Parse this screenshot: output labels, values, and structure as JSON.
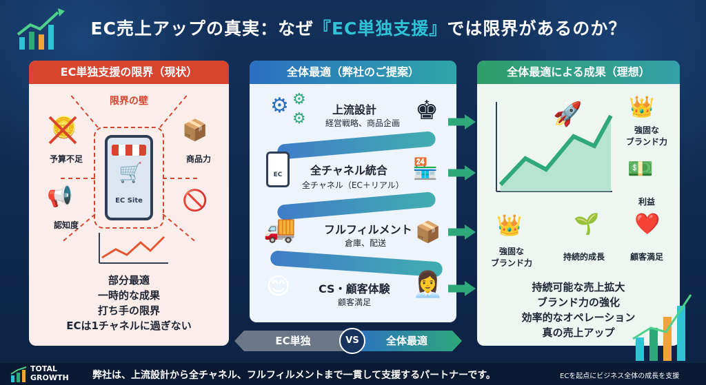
{
  "title": {
    "part1": "EC売上アップの真実：なぜ",
    "accent": "『EC単独支援』",
    "part2": "では限界があるのか？"
  },
  "left": {
    "header": "EC単独支援の限界（現状）",
    "wall": "限界の壁",
    "phone_label": "EC Site",
    "items": [
      "予算不足",
      "商品力",
      "認知度"
    ],
    "summary": [
      "部分最適",
      "一時的な成果",
      "打ち手の限界",
      "ECは1チャネルに過ぎない"
    ]
  },
  "mid": {
    "header": "全体最適（弊社のご提案）",
    "mobile_label": "EC",
    "rows": [
      {
        "title": "上流設計",
        "sub": "経営戦略、商品企画"
      },
      {
        "title": "全チャネル統合",
        "sub": "全チャネル（EC＋リアル）"
      },
      {
        "title": "フルフィルメント",
        "sub": "倉庫、配送"
      },
      {
        "title": "CS・顧客体験",
        "sub": "顧客満足"
      }
    ]
  },
  "right": {
    "header": "全体最適による成果（理想）",
    "brand": [
      "強固な",
      "ブランド力"
    ],
    "profit": "利益",
    "growth": "持続的成長",
    "satisfaction": "顧客満足",
    "summary": [
      "持続可能な売上拡大",
      "ブランド力の強化",
      "効率的なオペレーション",
      "真の売上アップ"
    ]
  },
  "vs": {
    "left": "EC単独",
    "badge": "VS",
    "right": "全体最適"
  },
  "footer": {
    "logo": [
      "TOTAL",
      "GROWTH"
    ],
    "message": "弊社は、上流設計から全チャネル、フルフィルメントまで一貫して支援するパートナーです。",
    "note": "ECを起点にビジネス全体の成長を支援"
  }
}
